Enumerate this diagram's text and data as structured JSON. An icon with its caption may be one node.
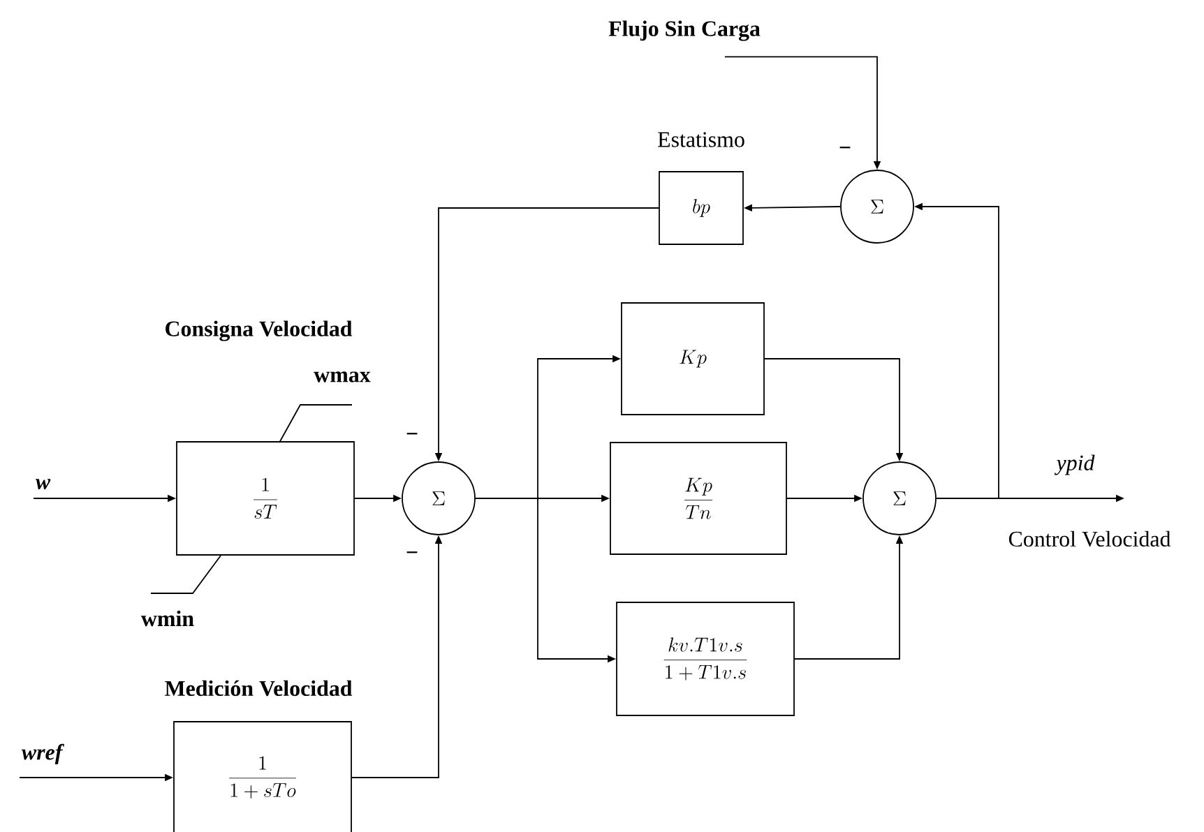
{
  "diagram": {
    "nodes": [
      {
        "text": [
          "Flujo Sin Carga"
        ]
      },
      {
        "text": [
          "\\Sigma"
        ]
      },
      {
        "text": [
          "Estatismo",
          "bp"
        ]
      },
      {
        "text": [
          "w"
        ]
      },
      {
        "text": [
          "\\frac{1}{sT}"
        ],
        "beside": [
          "wmax",
          "wmin"
        ]
      },
      {
        "text": [
          "\\Sigma"
        ]
      },
      {
        "text": [
          "Kp"
        ]
      },
      {
        "text": [
          "\\frac{Kp}{Tn}"
        ]
      },
      {
        "text": [
          "\\frac{kv.T1v.s}{1+T1v.s}"
        ]
      },
      {
        "text": [
          "\\Sigma"
        ]
      },
      {
        "text": [
          "wref"
        ]
      },
      {
        "text": [
          "Medición Velocidad",
          "\\frac{1}{1+sTo}"
        ]
      }
    ],
    "edges": [
      {
        "from": 0,
        "to": 1,
        "arrow": "to"
      },
      {
        "from": 1,
        "to": 2,
        "arrow": "to"
      },
      {
        "from": 2,
        "to": 5,
        "arrow": "to"
      },
      {
        "from": 3,
        "to": 4,
        "arrow": "to"
      },
      {
        "from": 4,
        "to": 5,
        "arrow": "to"
      },
      {
        "from": 11,
        "to": 5,
        "arrow": "to"
      },
      {
        "from": 5,
        "to": 6,
        "arrow": "to"
      },
      {
        "from": 5,
        "to": 7,
        "arrow": "to"
      },
      {
        "from": 5,
        "to": 8,
        "arrow": "to"
      },
      {
        "from": 6,
        "to": 9,
        "arrow": "to"
      },
      {
        "from": 7,
        "to": 9,
        "arrow": "to"
      },
      {
        "from": 8,
        "to": 9,
        "arrow": "to"
      },
      {
        "from": 9,
        "to": null,
        "arrow": "to",
        "label": "ypid"
      },
      {
        "from": 9,
        "to": 1,
        "arrow": "to"
      },
      {
        "from": 10,
        "to": 11,
        "arrow": "to"
      }
    ],
    "labels": [
      "Consigna Velocidad",
      "−",
      "−",
      "−",
      "Control Velocidad"
    ]
  }
}
